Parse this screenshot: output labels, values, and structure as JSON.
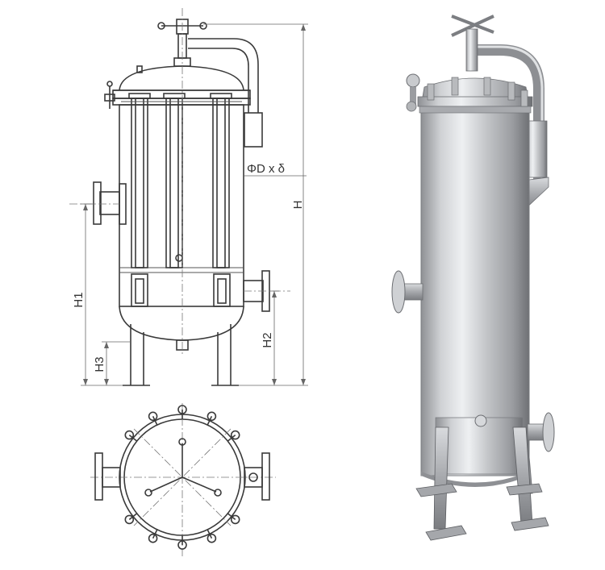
{
  "dimension_labels": {
    "diameter": "ΦD x δ",
    "height": "H",
    "h1": "H1",
    "h2": "H2",
    "h3": "H3"
  },
  "colors": {
    "line": "#3a3a3a",
    "steel_light": "#e9eaec",
    "steel_mid": "#b9bbbf",
    "steel_dark": "#6c6e72"
  }
}
